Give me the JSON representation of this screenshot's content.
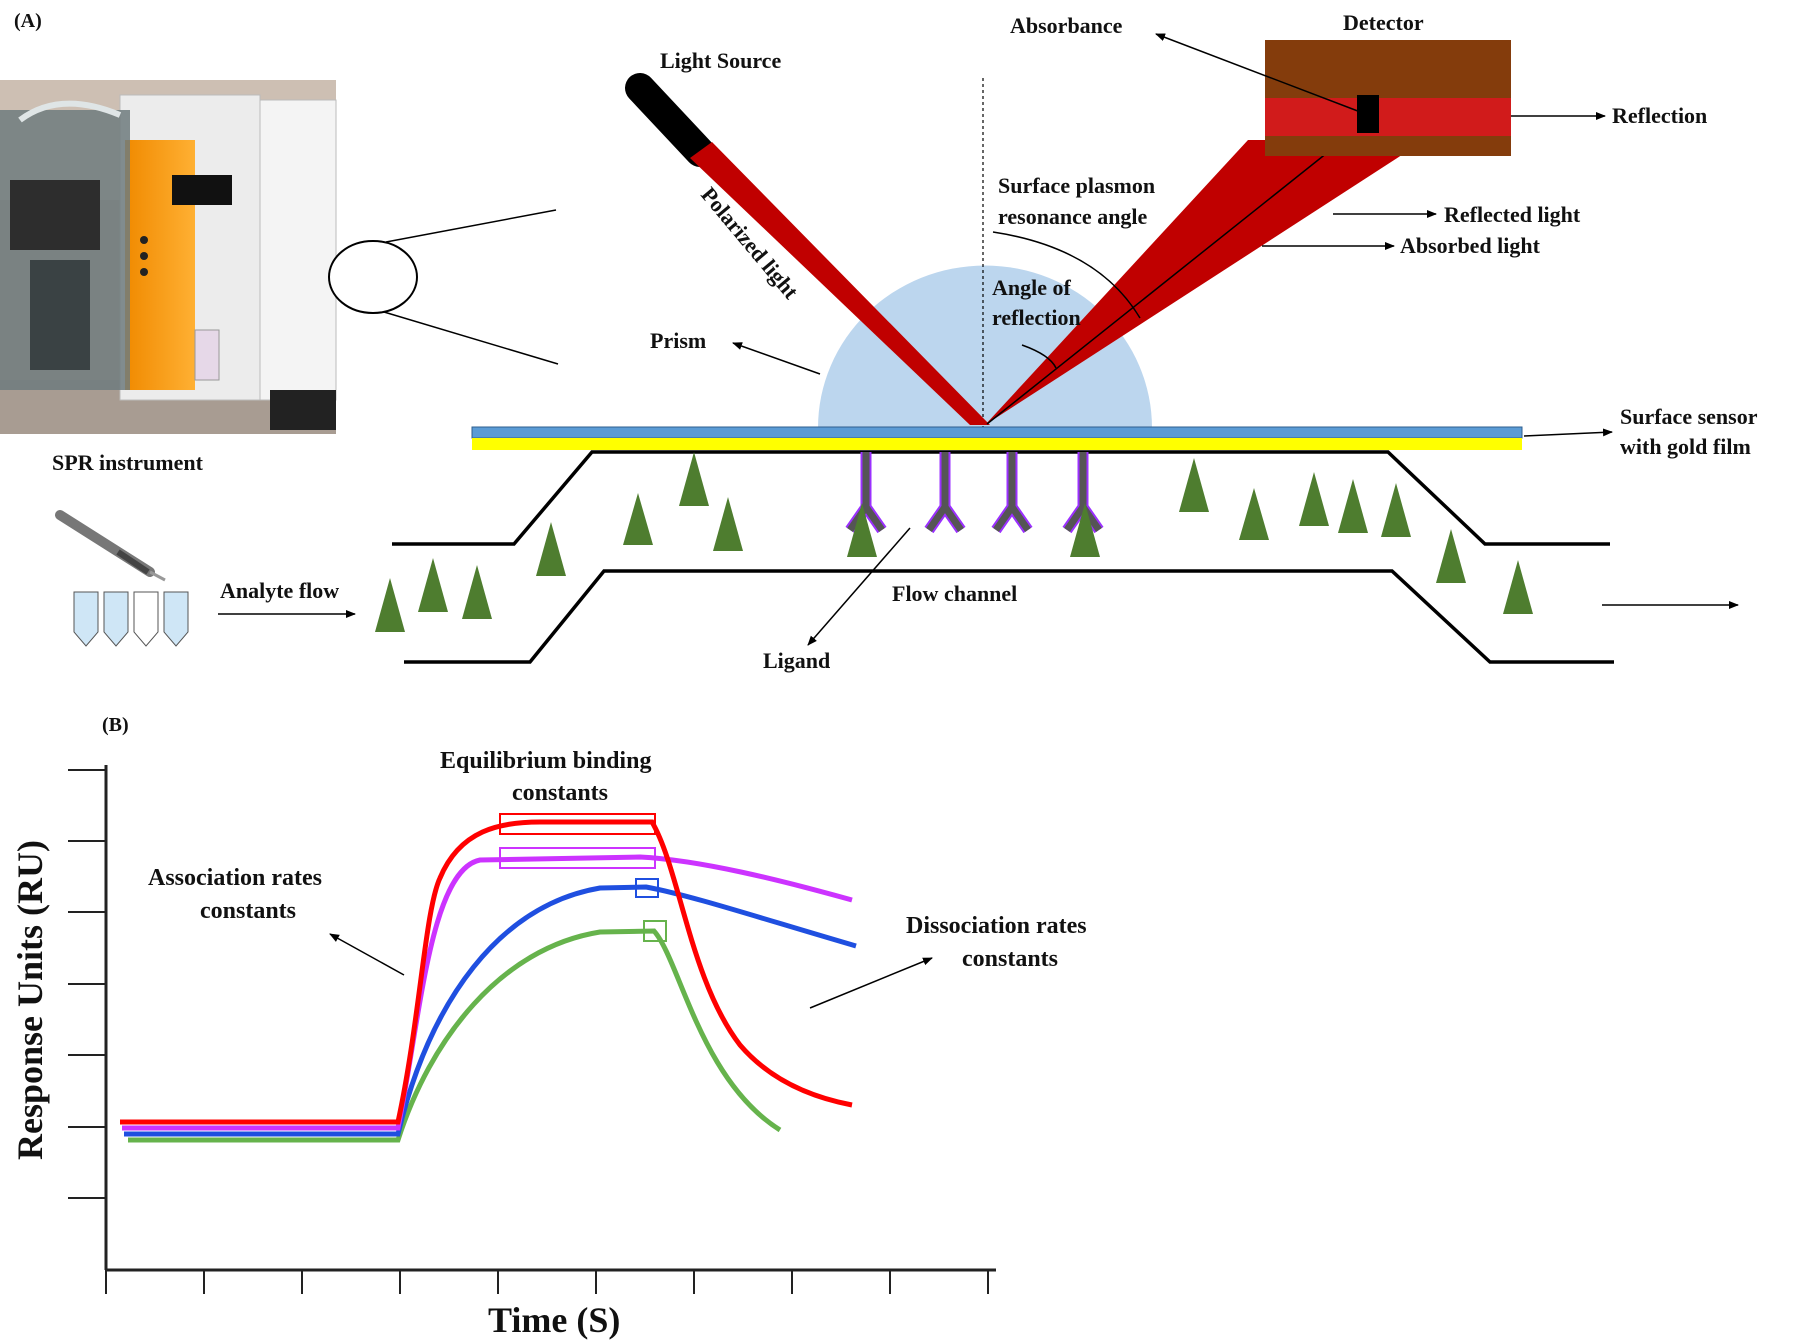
{
  "panel_a": {
    "tag": "(A)",
    "labels": {
      "light_source": "Light Source",
      "polarized_light": "Polarized light",
      "absorbance": "Absorbance",
      "detector": "Detector",
      "reflection": "Reflection",
      "spr_angle_1": "Surface plasmon",
      "spr_angle_2": "resonance angle",
      "reflected_light": "Reflected light",
      "absorbed_light": "Absorbed light",
      "angle_reflection_1": "Angle of",
      "angle_reflection_2": "reflection",
      "prism": "Prism",
      "surface_sensor_1": "Surface sensor",
      "surface_sensor_2": "with gold film",
      "spr_instrument": "SPR instrument",
      "analyte_flow": "Analyte flow",
      "flow_channel": "Flow channel",
      "ligand": "Ligand"
    },
    "colors": {
      "beam": "#c00000",
      "prism": "#bcd6ee",
      "sensor_blue": "#5b9bd5",
      "gold": "#ffff00",
      "detector_brown": "#843c0c",
      "analyte": "#4e7d2f",
      "ligand": "#555555",
      "ligand_outline": "#9b30ff"
    }
  },
  "panel_b": {
    "tag": "(B)",
    "labels": {
      "equilibrium_1": "Equilibrium binding",
      "equilibrium_2": "constants",
      "association_1": "Association rates",
      "association_2": "constants",
      "dissociation_1": "Dissociation rates",
      "dissociation_2": "constants"
    },
    "xlabel": "Time (S)",
    "ylabel": "Response Units (RU)",
    "colors": {
      "red": "#ff0000",
      "magenta": "#cc33ff",
      "blue": "#1f4fe0",
      "green": "#66b34c"
    }
  }
}
